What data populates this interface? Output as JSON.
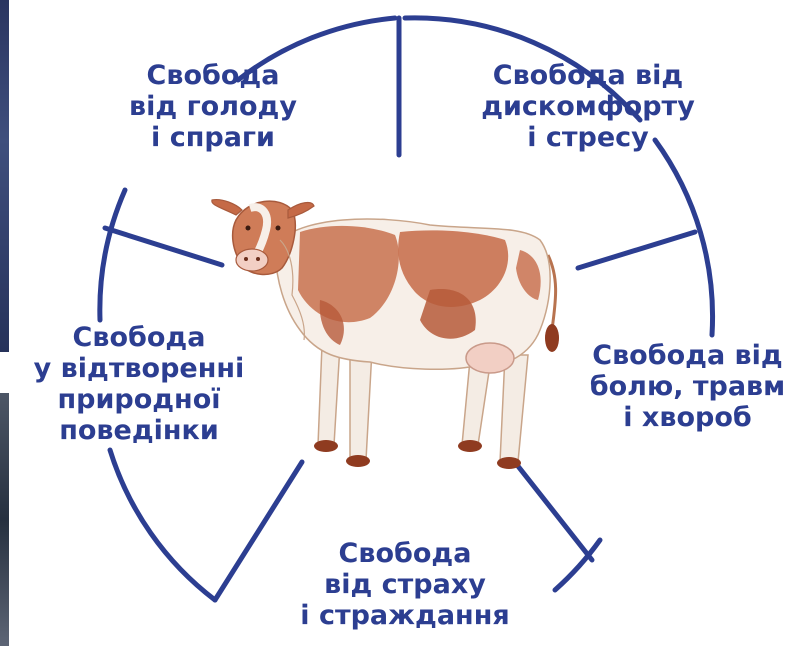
{
  "diagram": {
    "accent_color": "#2c3e91",
    "center_image": "cow-illustration",
    "freedoms": [
      "Свобода\nвід голоду\nі спраги",
      "Свобода від\nдискомфорту\nі стресу",
      "Свобода від\nболю, травм\nі хвороб",
      "Свобода\nвід страху\nі страждання",
      "Свобода\nу відтворенні\nприродної\nповедінки"
    ]
  }
}
